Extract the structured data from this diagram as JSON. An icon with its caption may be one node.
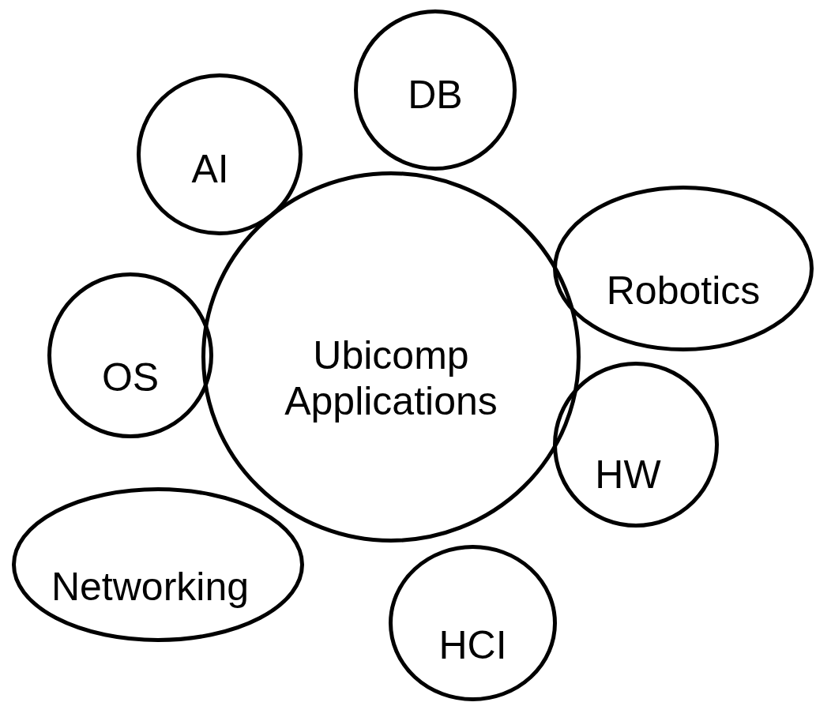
{
  "diagram": {
    "nodes": [
      {
        "text": [
          "DB"
        ]
      },
      {
        "text": [
          "AI"
        ]
      },
      {
        "text": [
          "Ubicomp Applications"
        ]
      },
      {
        "text": [
          "Robotics"
        ]
      },
      {
        "text": [
          "OS"
        ]
      },
      {
        "text": [
          "HW"
        ]
      },
      {
        "text": [
          "Networking"
        ]
      },
      {
        "text": [
          "HCI"
        ]
      }
    ],
    "edges": []
  }
}
